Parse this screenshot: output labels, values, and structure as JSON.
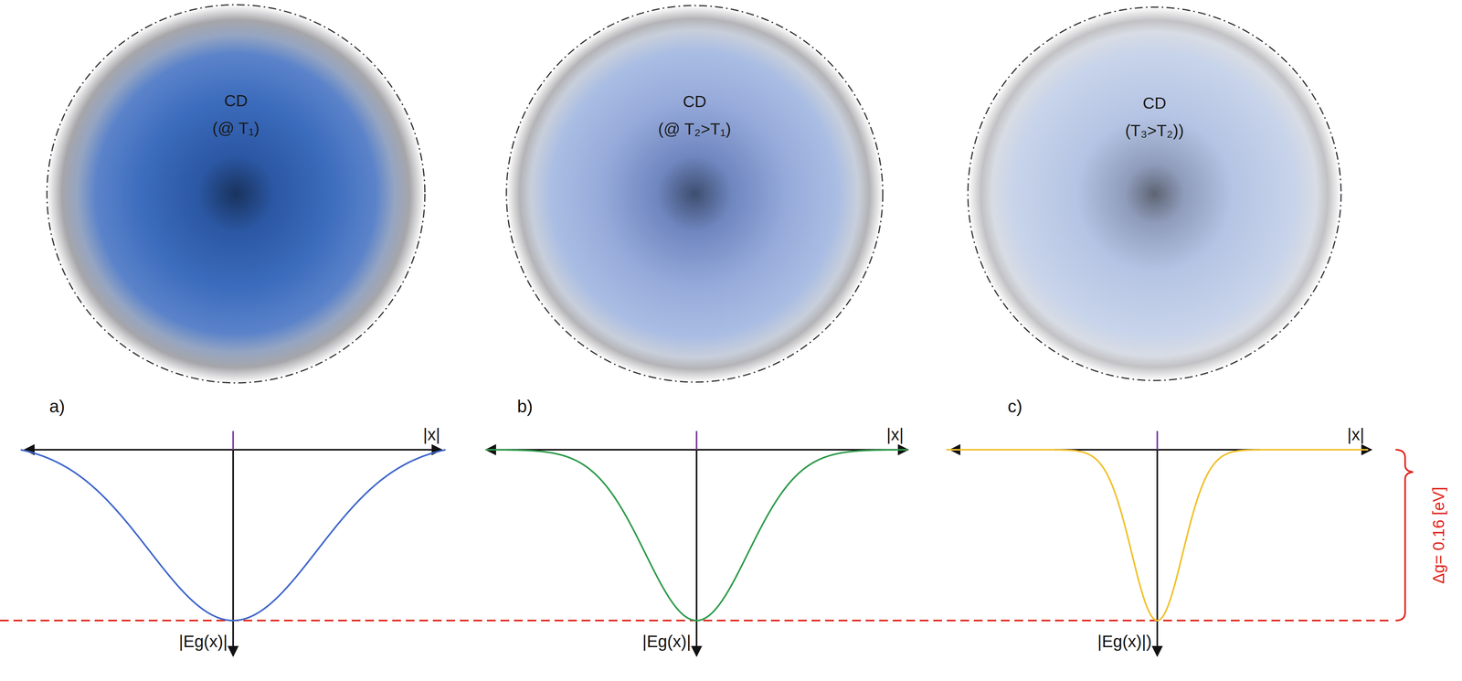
{
  "diagram": {
    "nodes": [
      {
        "text": [
          "CD",
          "(@ T₁)"
        ]
      },
      {
        "text": [
          "CD",
          "(@ T₂>T₁)"
        ]
      },
      {
        "text": [
          "CD",
          "(T₃>T₂))"
        ]
      }
    ],
    "labels": [
      "a)",
      "|x|",
      "|Eg(x)|",
      "b)",
      "|x|",
      "|Eg(x)|",
      "c)",
      "|x|",
      "|Eg(x)|)",
      "Δg= 0.16 [eV]"
    ]
  }
}
